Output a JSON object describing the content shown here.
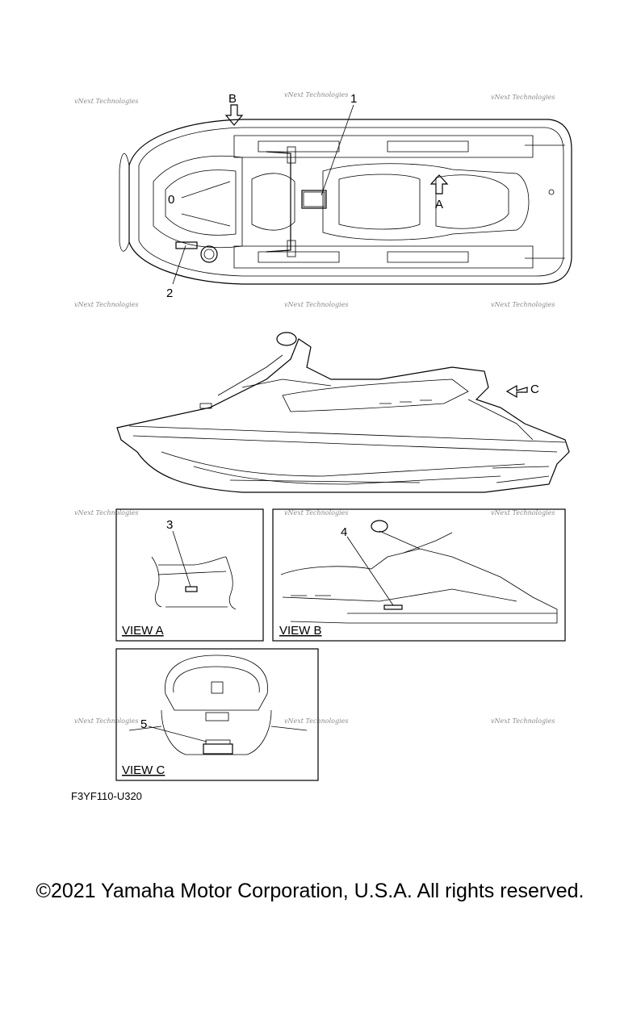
{
  "callouts": {
    "c1": "1",
    "c2": "2",
    "c3": "3",
    "c4": "4",
    "c5": "5",
    "arrow_a": "A",
    "arrow_b": "B",
    "arrow_c": "C"
  },
  "views": {
    "view_a": "VIEW A",
    "view_b": "VIEW B",
    "view_c": "VIEW C"
  },
  "watermark": {
    "text": "vNext Technologies"
  },
  "part_code": "F3YF110-U320",
  "copyright": "©2021 Yamaha Motor Corporation, U.S.A. All rights reserved."
}
